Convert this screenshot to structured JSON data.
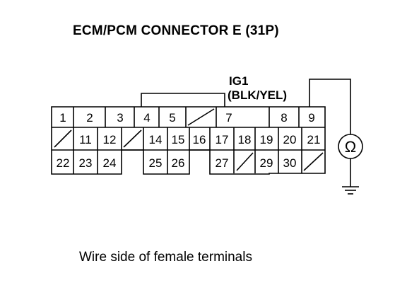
{
  "title": "ECM/PCM CONNECTOR E (31P)",
  "signal": {
    "name": "IG1",
    "wire_color": "(BLK/YEL)",
    "pin": "7"
  },
  "meter_symbol": "Ω",
  "caption": "Wire side of female terminals",
  "connector": {
    "pins_count": 31,
    "rows": [
      [
        "1",
        "2",
        "3",
        "4",
        "5",
        "",
        "7",
        "",
        "8",
        "9"
      ],
      [
        "",
        "11",
        "12",
        "",
        "14",
        "15",
        "16",
        "17",
        "18",
        "19",
        "20",
        "21"
      ],
      [
        "22",
        "23",
        "24",
        "25",
        "26",
        "27",
        "",
        "29",
        "30",
        ""
      ]
    ]
  }
}
